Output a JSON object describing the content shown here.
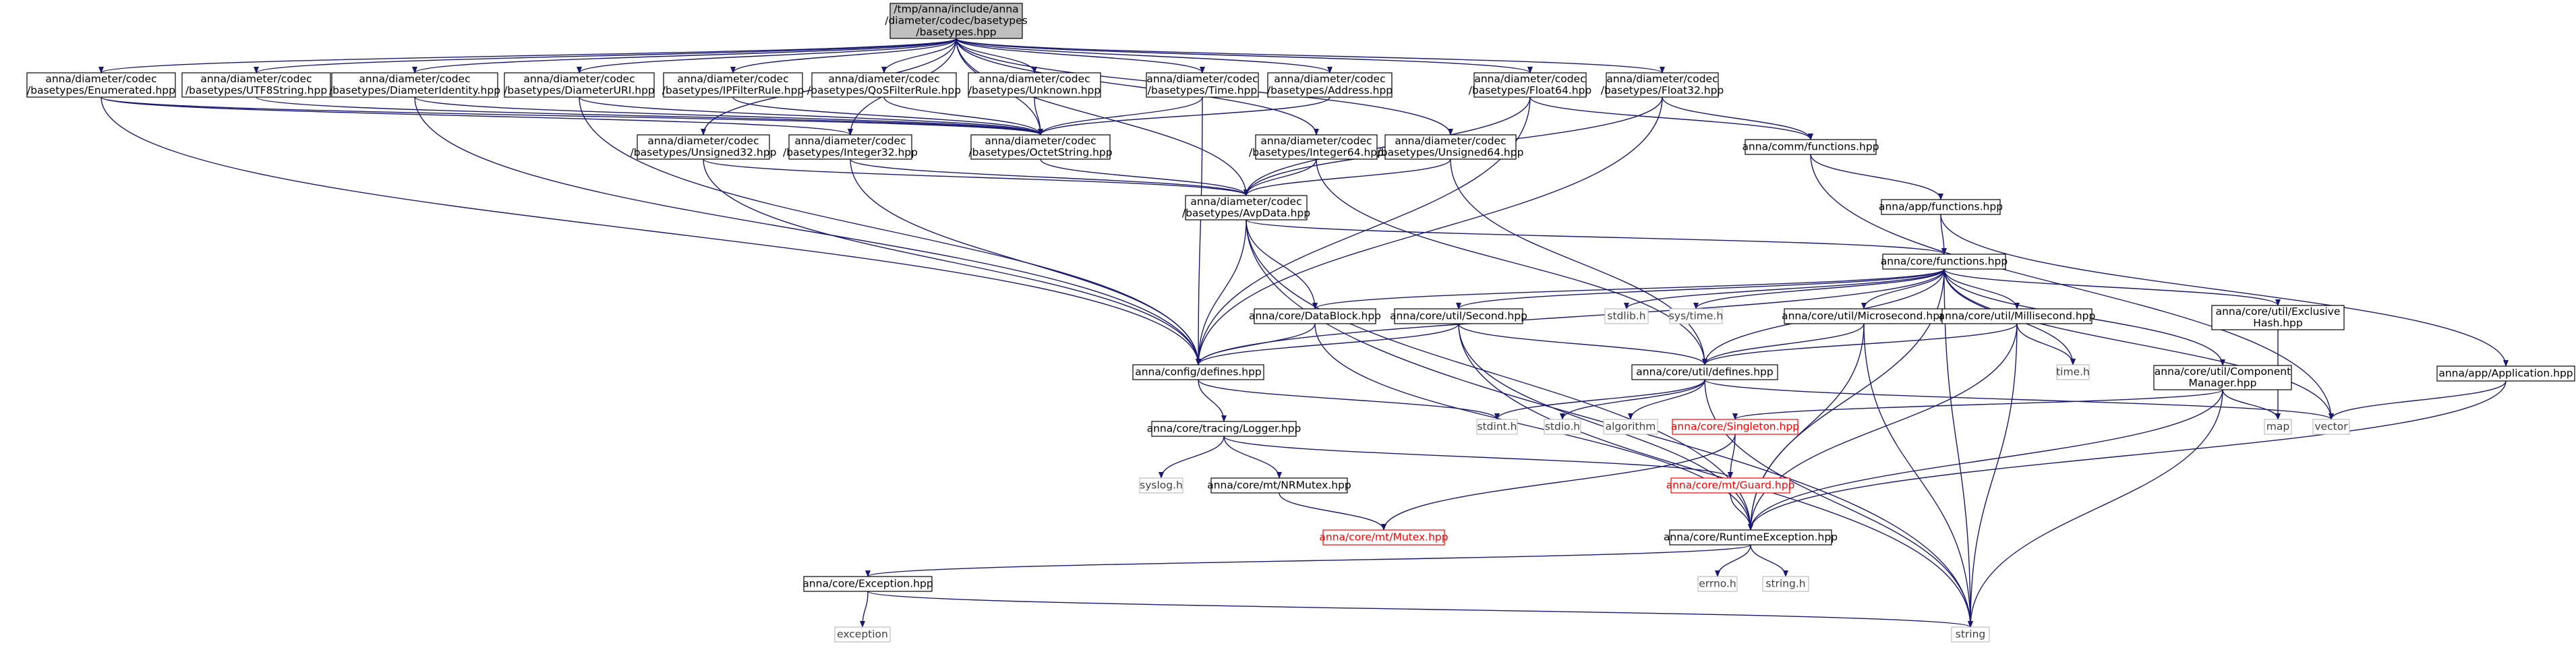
{
  "colors": {
    "edge": "#191970",
    "root_fill": "#bfbfbf",
    "root_stroke": "#000000",
    "normal_stroke": "#000000",
    "normal_text": "#000000",
    "missing_stroke": "#ff0000",
    "missing_text": "#ff0000",
    "system_stroke": "#bfbfbf",
    "system_text": "#404040"
  },
  "graph": {
    "title_node": "basetypes",
    "nodes": [
      {
        "id": "basetypes",
        "kind": "root",
        "lines": [
          "/tmp/anna/include/anna",
          "/diameter/codec/basetypes",
          "/basetypes.hpp"
        ]
      },
      {
        "id": "enumerated",
        "kind": "normal",
        "lines": [
          "anna/diameter/codec",
          "/basetypes/Enumerated.hpp"
        ]
      },
      {
        "id": "utf8string",
        "kind": "normal",
        "lines": [
          "anna/diameter/codec",
          "/basetypes/UTF8String.hpp"
        ]
      },
      {
        "id": "diameteridentity",
        "kind": "normal",
        "lines": [
          "anna/diameter/codec",
          "/basetypes/DiameterIdentity.hpp"
        ]
      },
      {
        "id": "diameteruri",
        "kind": "normal",
        "lines": [
          "anna/diameter/codec",
          "/basetypes/DiameterURI.hpp"
        ]
      },
      {
        "id": "ipfilterrule",
        "kind": "normal",
        "lines": [
          "anna/diameter/codec",
          "/basetypes/IPFilterRule.hpp"
        ]
      },
      {
        "id": "qosfilterrule",
        "kind": "normal",
        "lines": [
          "anna/diameter/codec",
          "/basetypes/QoSFilterRule.hpp"
        ]
      },
      {
        "id": "unknown",
        "kind": "normal",
        "lines": [
          "anna/diameter/codec",
          "/basetypes/Unknown.hpp"
        ]
      },
      {
        "id": "time",
        "kind": "normal",
        "lines": [
          "anna/diameter/codec",
          "/basetypes/Time.hpp"
        ]
      },
      {
        "id": "address",
        "kind": "normal",
        "lines": [
          "anna/diameter/codec",
          "/basetypes/Address.hpp"
        ]
      },
      {
        "id": "float64",
        "kind": "normal",
        "lines": [
          "anna/diameter/codec",
          "/basetypes/Float64.hpp"
        ]
      },
      {
        "id": "float32",
        "kind": "normal",
        "lines": [
          "anna/diameter/codec",
          "/basetypes/Float32.hpp"
        ]
      },
      {
        "id": "unsigned32",
        "kind": "normal",
        "lines": [
          "anna/diameter/codec",
          "/basetypes/Unsigned32.hpp"
        ]
      },
      {
        "id": "integer32",
        "kind": "normal",
        "lines": [
          "anna/diameter/codec",
          "/basetypes/Integer32.hpp"
        ]
      },
      {
        "id": "octetstring",
        "kind": "normal",
        "lines": [
          "anna/diameter/codec",
          "/basetypes/OctetString.hpp"
        ]
      },
      {
        "id": "integer64",
        "kind": "normal",
        "lines": [
          "anna/diameter/codec",
          "/basetypes/Integer64.hpp"
        ]
      },
      {
        "id": "unsigned64",
        "kind": "normal",
        "lines": [
          "anna/diameter/codec",
          "/basetypes/Unsigned64.hpp"
        ]
      },
      {
        "id": "comm_functions",
        "kind": "normal",
        "lines": [
          "anna/comm/functions.hpp"
        ]
      },
      {
        "id": "avpdata",
        "kind": "normal",
        "lines": [
          "anna/diameter/codec",
          "/basetypes/AvpData.hpp"
        ]
      },
      {
        "id": "app_functions",
        "kind": "normal",
        "lines": [
          "anna/app/functions.hpp"
        ]
      },
      {
        "id": "core_functions",
        "kind": "normal",
        "lines": [
          "anna/core/functions.hpp"
        ]
      },
      {
        "id": "datablock",
        "kind": "normal",
        "lines": [
          "anna/core/DataBlock.hpp"
        ]
      },
      {
        "id": "second",
        "kind": "normal",
        "lines": [
          "anna/core/util/Second.hpp"
        ]
      },
      {
        "id": "stdlib",
        "kind": "system",
        "lines": [
          "stdlib.h"
        ]
      },
      {
        "id": "systime",
        "kind": "system",
        "lines": [
          "sys/time.h"
        ]
      },
      {
        "id": "microsecond",
        "kind": "normal",
        "lines": [
          "anna/core/util/Microsecond.hpp"
        ]
      },
      {
        "id": "millisecond",
        "kind": "normal",
        "lines": [
          "anna/core/util/Millisecond.hpp"
        ]
      },
      {
        "id": "exclusivehash",
        "kind": "normal",
        "lines": [
          "anna/core/util/Exclusive",
          "Hash.hpp"
        ]
      },
      {
        "id": "config_defines",
        "kind": "normal",
        "lines": [
          "anna/config/defines.hpp"
        ]
      },
      {
        "id": "util_defines",
        "kind": "normal",
        "lines": [
          "anna/core/util/defines.hpp"
        ]
      },
      {
        "id": "timeh",
        "kind": "system",
        "lines": [
          "time.h"
        ]
      },
      {
        "id": "componentmanager",
        "kind": "normal",
        "lines": [
          "anna/core/util/Component",
          "Manager.hpp"
        ]
      },
      {
        "id": "application",
        "kind": "normal",
        "lines": [
          "anna/app/Application.hpp"
        ]
      },
      {
        "id": "logger",
        "kind": "normal",
        "lines": [
          "anna/core/tracing/Logger.hpp"
        ]
      },
      {
        "id": "stdint",
        "kind": "system",
        "lines": [
          "stdint.h"
        ]
      },
      {
        "id": "stdio",
        "kind": "system",
        "lines": [
          "stdio.h"
        ]
      },
      {
        "id": "algorithm",
        "kind": "system",
        "lines": [
          "algorithm"
        ]
      },
      {
        "id": "singleton",
        "kind": "missing",
        "lines": [
          "anna/core/Singleton.hpp"
        ]
      },
      {
        "id": "map",
        "kind": "system",
        "lines": [
          "map"
        ]
      },
      {
        "id": "vector",
        "kind": "system",
        "lines": [
          "vector"
        ]
      },
      {
        "id": "syslog",
        "kind": "system",
        "lines": [
          "syslog.h"
        ]
      },
      {
        "id": "nrmutex",
        "kind": "normal",
        "lines": [
          "anna/core/mt/NRMutex.hpp"
        ]
      },
      {
        "id": "guard",
        "kind": "missing",
        "lines": [
          "anna/core/mt/Guard.hpp"
        ]
      },
      {
        "id": "mutex",
        "kind": "missing",
        "lines": [
          "anna/core/mt/Mutex.hpp"
        ]
      },
      {
        "id": "runtimeexception",
        "kind": "normal",
        "lines": [
          "anna/core/RuntimeException.hpp"
        ]
      },
      {
        "id": "exception_hpp",
        "kind": "normal",
        "lines": [
          "anna/core/Exception.hpp"
        ]
      },
      {
        "id": "errno",
        "kind": "system",
        "lines": [
          "errno.h"
        ]
      },
      {
        "id": "stringh",
        "kind": "system",
        "lines": [
          "string.h"
        ]
      },
      {
        "id": "exception",
        "kind": "system",
        "lines": [
          "exception"
        ]
      },
      {
        "id": "string",
        "kind": "system",
        "lines": [
          "string"
        ]
      }
    ],
    "edges": [
      [
        "basetypes",
        "enumerated"
      ],
      [
        "basetypes",
        "utf8string"
      ],
      [
        "basetypes",
        "diameteridentity"
      ],
      [
        "basetypes",
        "diameteruri"
      ],
      [
        "basetypes",
        "ipfilterrule"
      ],
      [
        "basetypes",
        "qosfilterrule"
      ],
      [
        "basetypes",
        "unknown"
      ],
      [
        "basetypes",
        "time"
      ],
      [
        "basetypes",
        "address"
      ],
      [
        "basetypes",
        "float64"
      ],
      [
        "basetypes",
        "float32"
      ],
      [
        "basetypes",
        "unsigned32"
      ],
      [
        "basetypes",
        "integer32"
      ],
      [
        "basetypes",
        "octetstring"
      ],
      [
        "basetypes",
        "integer64"
      ],
      [
        "basetypes",
        "unsigned64"
      ],
      [
        "basetypes",
        "avpdata"
      ],
      [
        "enumerated",
        "octetstring"
      ],
      [
        "utf8string",
        "octetstring"
      ],
      [
        "diameteridentity",
        "octetstring"
      ],
      [
        "diameteruri",
        "octetstring"
      ],
      [
        "ipfilterrule",
        "octetstring"
      ],
      [
        "qosfilterrule",
        "octetstring"
      ],
      [
        "unknown",
        "octetstring"
      ],
      [
        "time",
        "octetstring"
      ],
      [
        "address",
        "octetstring"
      ],
      [
        "enumerated",
        "integer32"
      ],
      [
        "enumerated",
        "config_defines"
      ],
      [
        "diameteridentity",
        "config_defines"
      ],
      [
        "diameteruri",
        "config_defines"
      ],
      [
        "time",
        "config_defines"
      ],
      [
        "octetstring",
        "avpdata"
      ],
      [
        "unsigned32",
        "avpdata"
      ],
      [
        "integer32",
        "avpdata"
      ],
      [
        "unsigned32",
        "config_defines"
      ],
      [
        "integer32",
        "config_defines"
      ],
      [
        "integer64",
        "avpdata"
      ],
      [
        "integer64",
        "util_defines"
      ],
      [
        "unsigned64",
        "avpdata"
      ],
      [
        "unsigned64",
        "util_defines"
      ],
      [
        "float64",
        "avpdata"
      ],
      [
        "float64",
        "comm_functions"
      ],
      [
        "float64",
        "config_defines"
      ],
      [
        "float32",
        "avpdata"
      ],
      [
        "float32",
        "comm_functions"
      ],
      [
        "float32",
        "config_defines"
      ],
      [
        "comm_functions",
        "app_functions"
      ],
      [
        "comm_functions",
        "vector"
      ],
      [
        "app_functions",
        "core_functions"
      ],
      [
        "app_functions",
        "application"
      ],
      [
        "avpdata",
        "core_functions"
      ],
      [
        "avpdata",
        "datablock"
      ],
      [
        "avpdata",
        "config_defines"
      ],
      [
        "avpdata",
        "runtimeexception"
      ],
      [
        "avpdata",
        "string"
      ],
      [
        "core_functions",
        "datablock"
      ],
      [
        "core_functions",
        "second"
      ],
      [
        "core_functions",
        "stdlib"
      ],
      [
        "core_functions",
        "systime"
      ],
      [
        "core_functions",
        "microsecond"
      ],
      [
        "core_functions",
        "millisecond"
      ],
      [
        "core_functions",
        "exclusivehash"
      ],
      [
        "core_functions",
        "config_defines"
      ],
      [
        "core_functions",
        "util_defines"
      ],
      [
        "core_functions",
        "timeh"
      ],
      [
        "core_functions",
        "componentmanager"
      ],
      [
        "core_functions",
        "runtimeexception"
      ],
      [
        "core_functions",
        "vector"
      ],
      [
        "core_functions",
        "string"
      ],
      [
        "datablock",
        "config_defines"
      ],
      [
        "datablock",
        "runtimeexception"
      ],
      [
        "second",
        "config_defines"
      ],
      [
        "second",
        "util_defines"
      ],
      [
        "second",
        "runtimeexception"
      ],
      [
        "second",
        "string"
      ],
      [
        "microsecond",
        "util_defines"
      ],
      [
        "microsecond",
        "runtimeexception"
      ],
      [
        "microsecond",
        "string"
      ],
      [
        "millisecond",
        "util_defines"
      ],
      [
        "millisecond",
        "timeh"
      ],
      [
        "millisecond",
        "runtimeexception"
      ],
      [
        "millisecond",
        "string"
      ],
      [
        "exclusivehash",
        "map"
      ],
      [
        "config_defines",
        "logger"
      ],
      [
        "config_defines",
        "stdint"
      ],
      [
        "util_defines",
        "stdint"
      ],
      [
        "util_defines",
        "stdio"
      ],
      [
        "util_defines",
        "algorithm"
      ],
      [
        "util_defines",
        "vector"
      ],
      [
        "util_defines",
        "string"
      ],
      [
        "componentmanager",
        "singleton"
      ],
      [
        "componentmanager",
        "map"
      ],
      [
        "componentmanager",
        "runtimeexception"
      ],
      [
        "componentmanager",
        "string"
      ],
      [
        "application",
        "vector"
      ],
      [
        "application",
        "runtimeexception"
      ],
      [
        "logger",
        "syslog"
      ],
      [
        "logger",
        "nrmutex"
      ],
      [
        "logger",
        "guard"
      ],
      [
        "nrmutex",
        "mutex"
      ],
      [
        "singleton",
        "guard"
      ],
      [
        "singleton",
        "mutex"
      ],
      [
        "guard",
        "runtimeexception"
      ],
      [
        "runtimeexception",
        "exception_hpp"
      ],
      [
        "runtimeexception",
        "errno"
      ],
      [
        "runtimeexception",
        "stringh"
      ],
      [
        "exception_hpp",
        "exception"
      ],
      [
        "exception_hpp",
        "string"
      ]
    ]
  }
}
